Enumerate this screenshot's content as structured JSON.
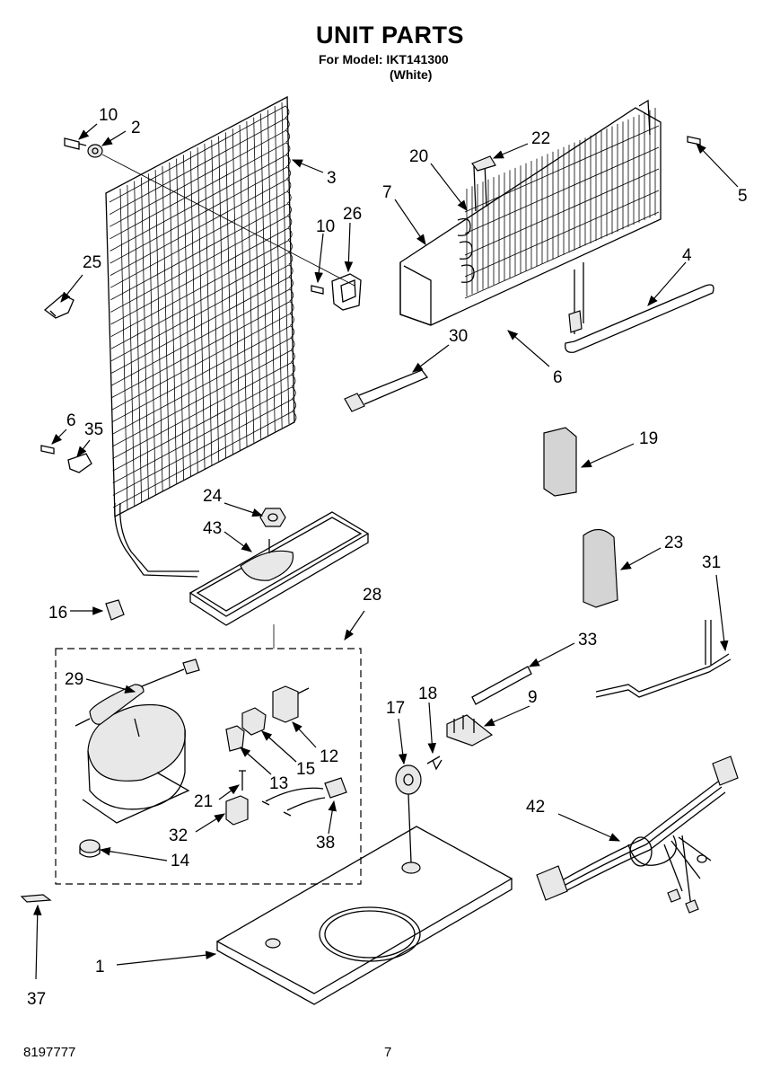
{
  "header": {
    "title": "UNIT PARTS",
    "model_line": "For Model: IKT141300",
    "variant": "(White)"
  },
  "footer": {
    "part_number": "8197777",
    "page": "7"
  },
  "callouts": [
    "10",
    "2",
    "3",
    "10",
    "26",
    "25",
    "6",
    "35",
    "24",
    "43",
    "16",
    "28",
    "29",
    "12",
    "15",
    "13",
    "21",
    "32",
    "38",
    "14",
    "37",
    "1",
    "22",
    "20",
    "7",
    "5",
    "4",
    "30",
    "6",
    "19",
    "23",
    "31",
    "33",
    "17",
    "18",
    "9",
    "42"
  ]
}
